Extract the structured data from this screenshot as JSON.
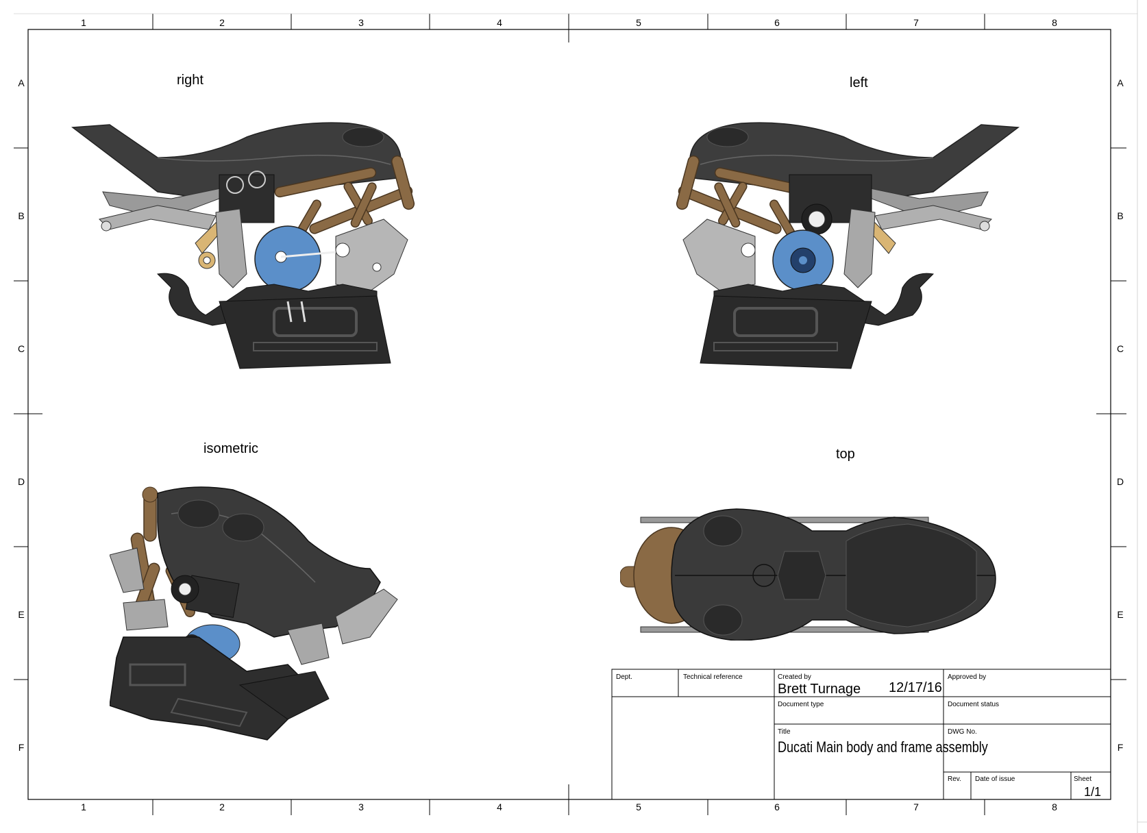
{
  "zones": {
    "columns": [
      "1",
      "2",
      "3",
      "4",
      "5",
      "6",
      "7",
      "8"
    ],
    "rows": [
      "A",
      "B",
      "C",
      "D",
      "E",
      "F"
    ]
  },
  "views": {
    "right": "right",
    "left": "left",
    "isometric": "isometric",
    "top": "top"
  },
  "title_block": {
    "dept_label": "Dept.",
    "tech_ref_label": "Technical reference",
    "created_by_label": "Created by",
    "created_by": "Brett Turnage",
    "date": "12/17/16",
    "approved_by_label": "Approved by",
    "doc_type_label": "Document type",
    "doc_status_label": "Document status",
    "title_label": "Title",
    "title": "Ducati Main body and frame assembly",
    "dwg_no_label": "DWG No.",
    "rev_label": "Rev.",
    "date_of_issue_label": "Date of issue",
    "sheet_label": "Sheet",
    "sheet": "1/1"
  },
  "colors": {
    "body_dark": "#3a3a3a",
    "frame_bronze": "#8a6a45",
    "aluminum": "#a8a8a8",
    "hub_blue": "#5b8fc9",
    "gold_link": "#d9b574"
  }
}
